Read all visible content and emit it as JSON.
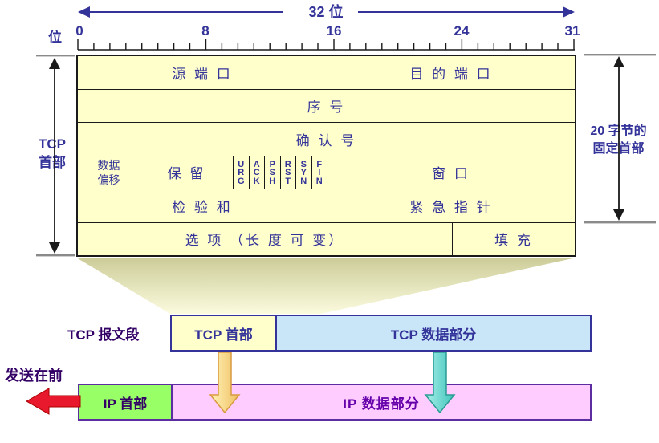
{
  "ruler": {
    "width_label": "32 位",
    "bit_label": "位",
    "tick_labels": [
      "0",
      "8",
      "16",
      "24",
      "31"
    ]
  },
  "header_table": {
    "source_port": "源 端 口",
    "dest_port": "目 的 端 口",
    "seq_no": "序  号",
    "ack_no": "确  认  号",
    "data_offset": "数据\n偏移",
    "reserved": "保  留",
    "flags": [
      "U\nR\nG",
      "A\nC\nK",
      "P\nS\nH",
      "R\nS\nT",
      "S\nY\nN",
      "F\nI\nN"
    ],
    "window": "窗  口",
    "checksum": "检 验 和",
    "urgent_pointer": "紧 急 指 针",
    "options": "选 项 （长 度 可 变）",
    "padding": "填 充"
  },
  "side_labels": {
    "tcp_header": "TCP\n首部",
    "fixed_header": "20 字节的\n固定首部"
  },
  "tcp_segment": {
    "caption": "TCP 报文段",
    "header": "TCP 首部",
    "data": "TCP 数据部分"
  },
  "ip_packet": {
    "caption": "发送在前",
    "header": "IP 首部",
    "data": "IP 数据部分"
  },
  "colors": {
    "accent_text": "#333399",
    "table_bg": "#FFFFCC",
    "tcp_data_bg": "#C9E6F8",
    "ip_header_bg": "#99FF66",
    "ip_data_bg": "#FFCCFF",
    "ip_border": "#5B2DA0",
    "red_arrow": "#E8192C",
    "yellow_arrow": "#F2C36B",
    "cyan_arrow": "#4FC8BE"
  }
}
